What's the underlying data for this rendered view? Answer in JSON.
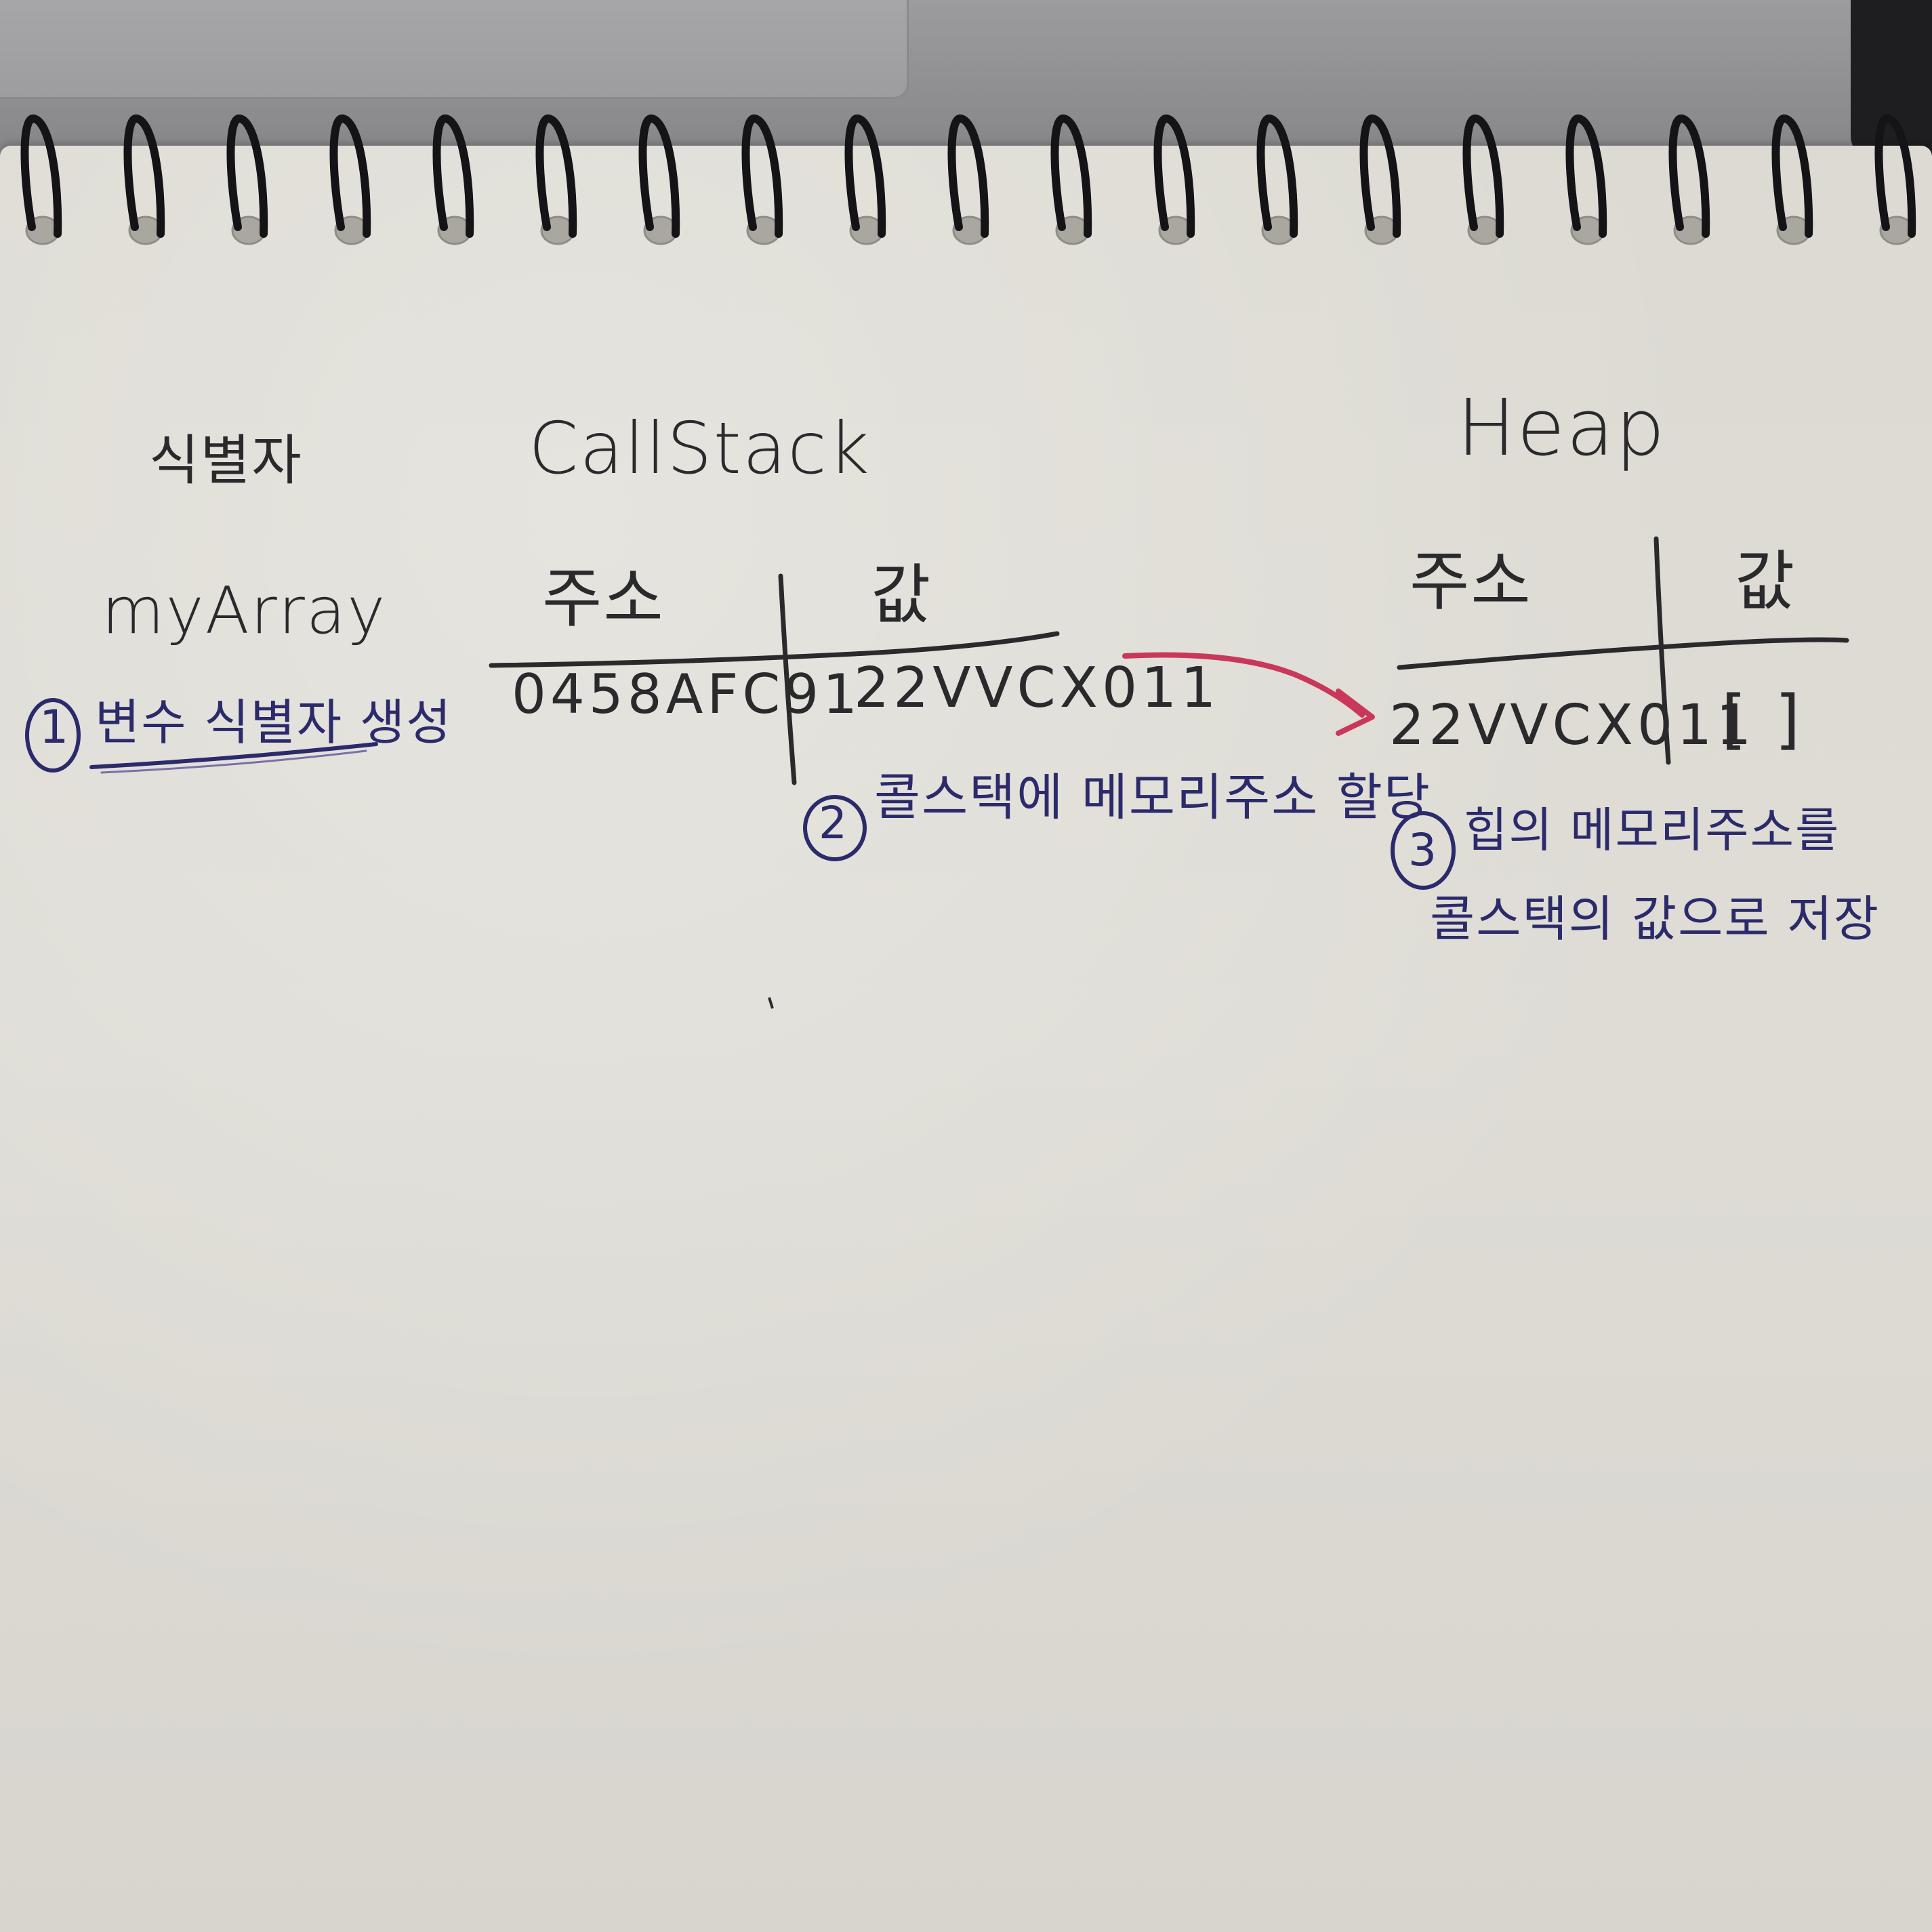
{
  "labels": {
    "identifier": "식별자",
    "callstack": "CallStack",
    "heap": "Heap",
    "variable": "myArray"
  },
  "callstack": {
    "address_header": "주소",
    "value_header": "값",
    "address": "0458AFC91",
    "value": "22VVCX011"
  },
  "heap": {
    "address_header": "주소",
    "value_header": "값",
    "address": "22VVCX011",
    "value": "[ ]"
  },
  "notes": {
    "step1_number": "1",
    "step1_text": "변수 식별자 생성",
    "step2_number": "2",
    "step2_text": "콜스택에 메모리주소 할당",
    "step3_number": "3",
    "step3_line1": "힙의 메모리주소를",
    "step3_line2": "콜스택의 값으로 저장"
  },
  "colors": {
    "ink_black": "#2a2a2c",
    "ink_blue": "#2b2a6b",
    "ink_red": "#c9385a",
    "paper": "#dcdad2"
  }
}
